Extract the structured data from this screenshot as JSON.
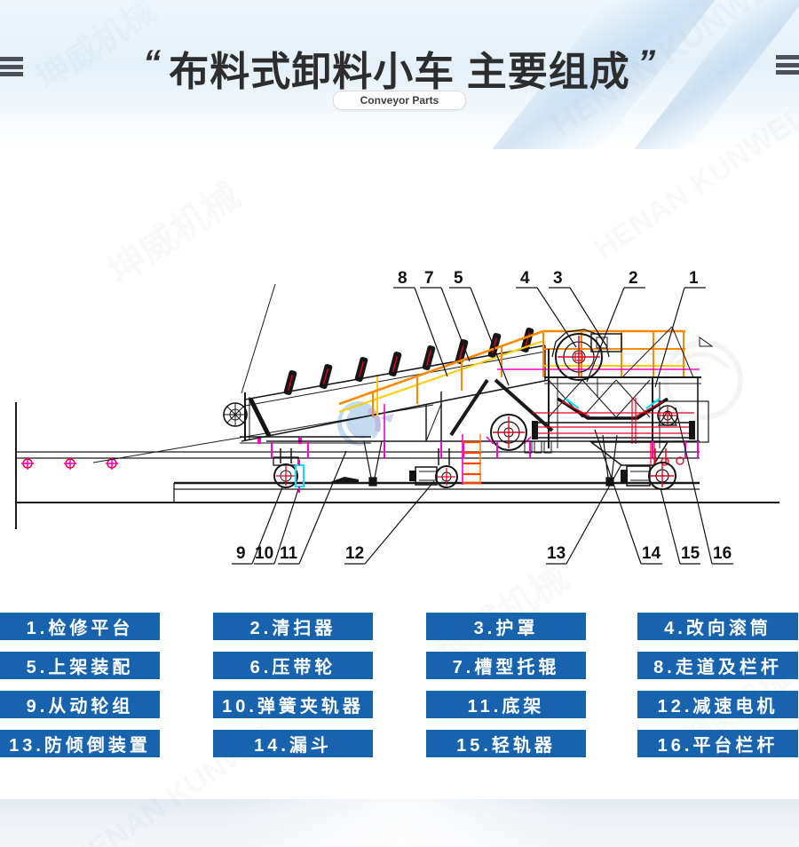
{
  "header": {
    "quote_open": "“",
    "title": "布料式卸料小车 主要组成",
    "quote_close": "”",
    "badge": "Conveyor Parts"
  },
  "watermark": {
    "cn": "坤威机械",
    "en": "HENAN KUNWEI"
  },
  "diagram": {
    "callouts_top": [
      {
        "num": "8"
      },
      {
        "num": "7"
      },
      {
        "num": "5"
      },
      {
        "num": "4"
      },
      {
        "num": "3"
      },
      {
        "num": "2"
      },
      {
        "num": "1"
      }
    ],
    "callouts_bottom": [
      {
        "num": "9"
      },
      {
        "num": "10"
      },
      {
        "num": "11"
      },
      {
        "num": "12"
      },
      {
        "num": "13"
      },
      {
        "num": "14"
      },
      {
        "num": "15"
      },
      {
        "num": "16"
      }
    ]
  },
  "parts": [
    {
      "label": "1.检修平台"
    },
    {
      "label": "2.清扫器"
    },
    {
      "label": "3.护罩"
    },
    {
      "label": "4.改向滚筒"
    },
    {
      "label": "5.上架装配"
    },
    {
      "label": "6.压带轮"
    },
    {
      "label": "7.槽型托辊"
    },
    {
      "label": "8.走道及栏杆"
    },
    {
      "label": "9.从动轮组"
    },
    {
      "label": "10.弹簧夹轨器"
    },
    {
      "label": "11.底架"
    },
    {
      "label": "12.减速电机"
    },
    {
      "label": "13.防倾倒装置"
    },
    {
      "label": "14.漏斗"
    },
    {
      "label": "15.轻轨器"
    },
    {
      "label": "16.平台栏杆"
    }
  ],
  "colors": {
    "accent_blue": "#1763ad",
    "line_black": "#1a1a1a",
    "rail_orange": "#ff8800",
    "rail_yellow": "#ffcc00",
    "accent_magenta": "#ff00cc",
    "accent_red": "#e8001c",
    "accent_cyan": "#00e0ff"
  }
}
